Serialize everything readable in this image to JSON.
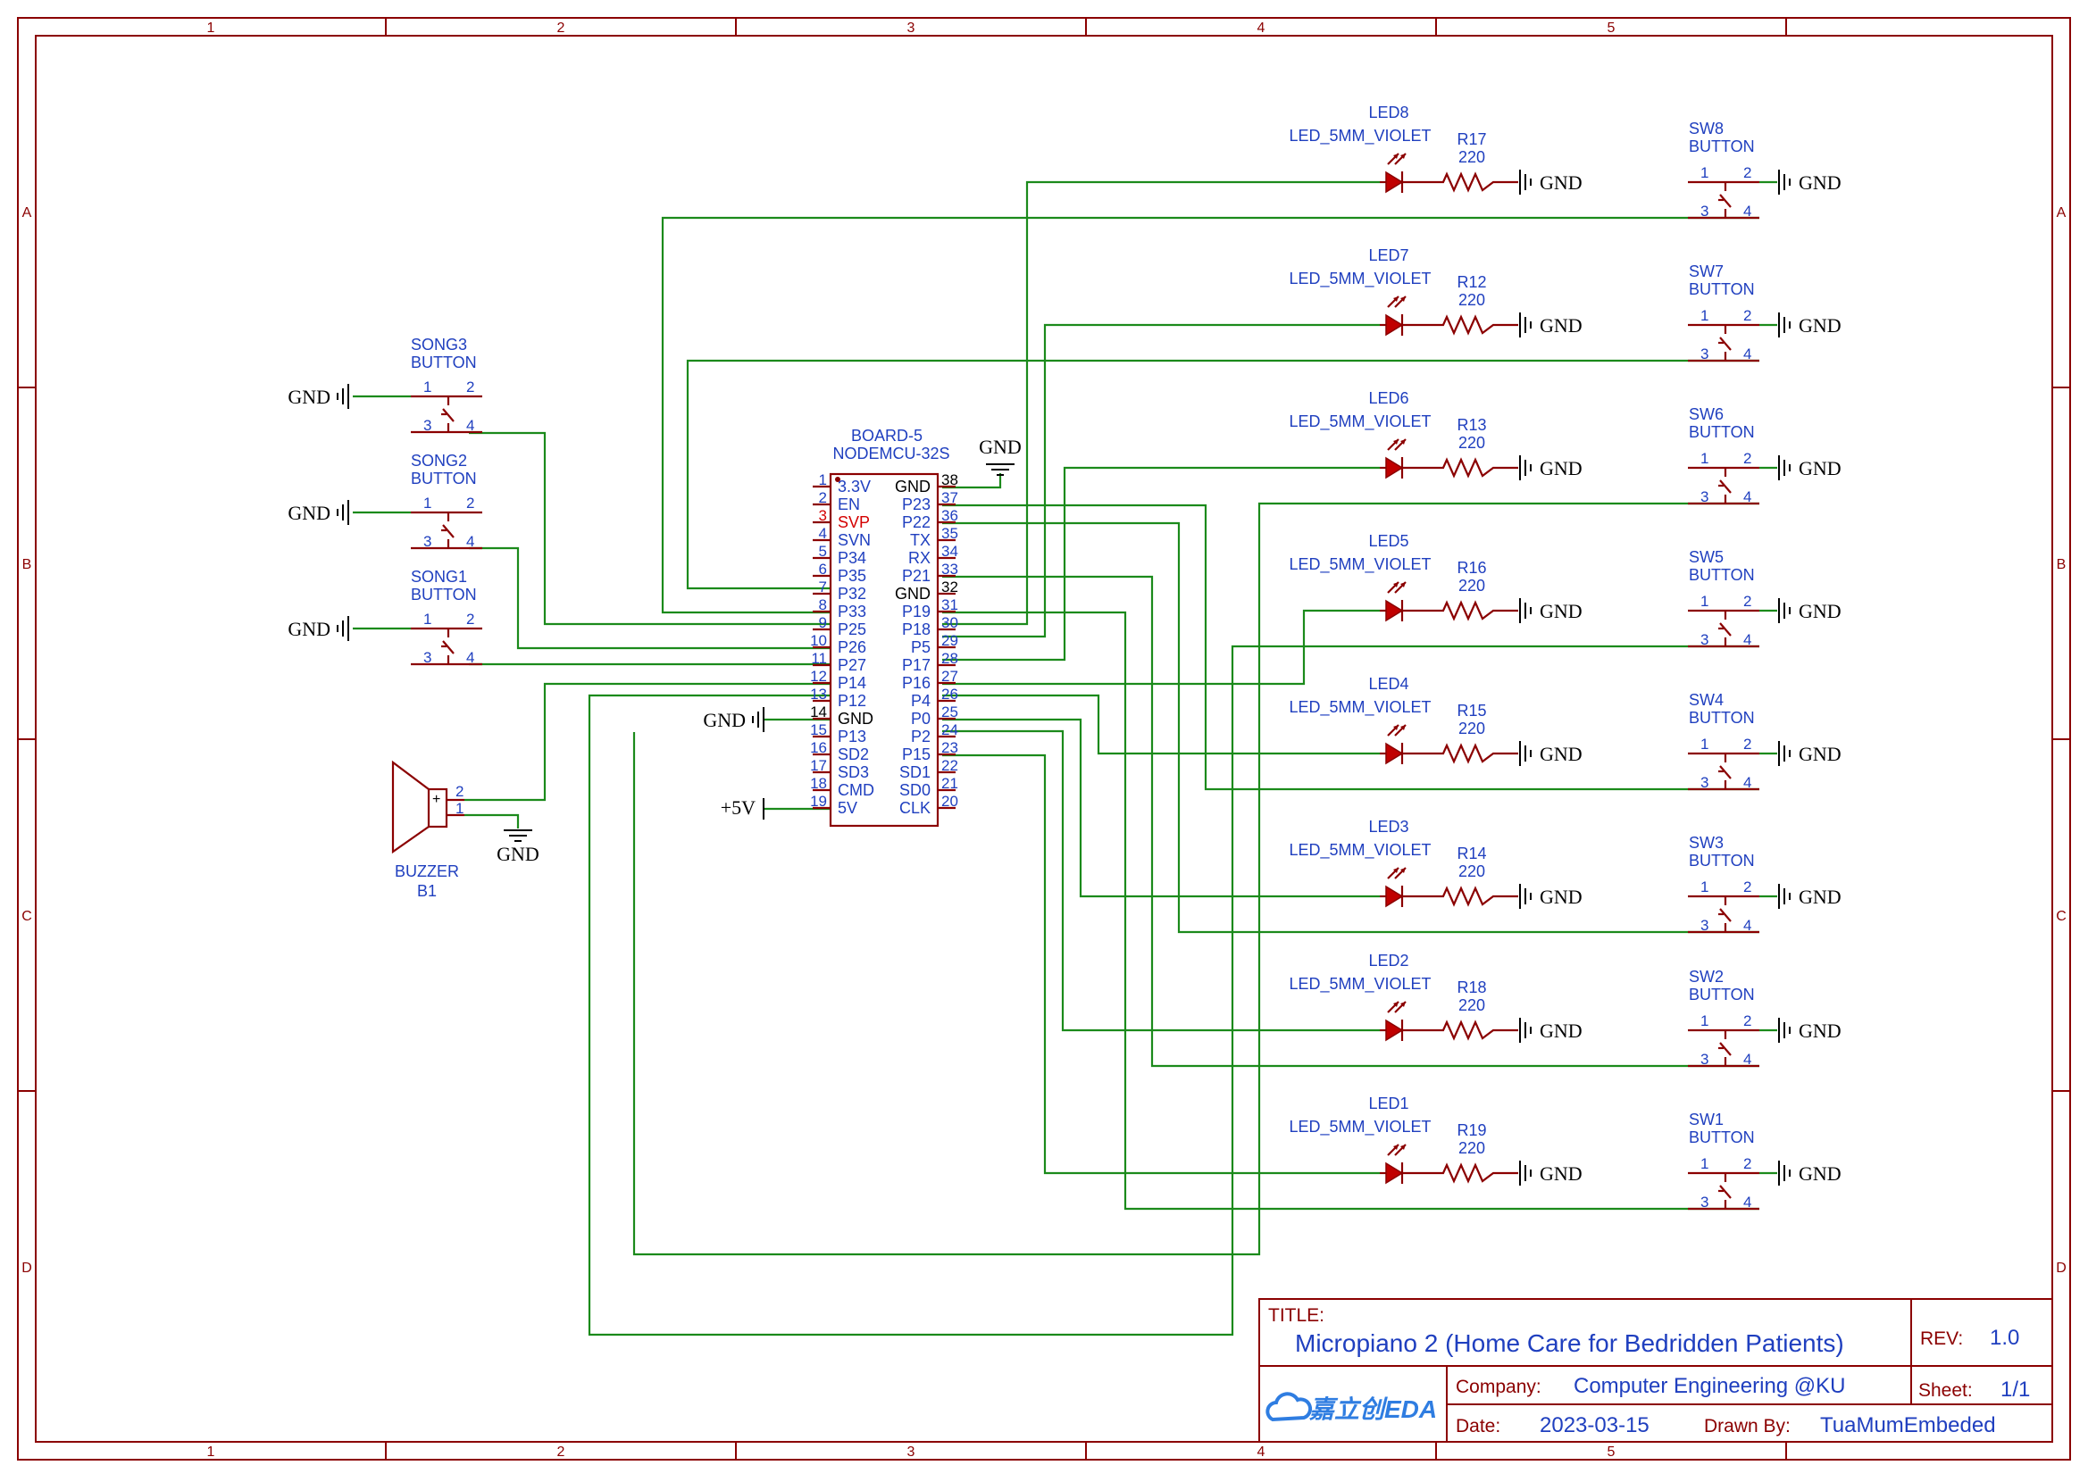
{
  "title_block": {
    "title_label": "TITLE:",
    "title": "Micropiano 2 (Home Care for Bedridden Patients)",
    "rev_label": "REV:",
    "rev": "1.0",
    "company_label": "Company:",
    "company": "Computer Engineering @KU",
    "sheet_label": "Sheet:",
    "sheet": "1/1",
    "date_label": "Date:",
    "date": "2023-03-15",
    "drawn_label": "Drawn By:",
    "drawn_by": "TuaMumEmbeded",
    "logo_text": "嘉立创EDA"
  },
  "frame": {
    "columns": [
      "1",
      "2",
      "3",
      "4",
      "5"
    ],
    "rows": [
      "A",
      "B",
      "C",
      "D"
    ]
  },
  "labels": {
    "gnd": "GND",
    "vcc": "+5V",
    "button": "BUTTON",
    "resistor_value": "220",
    "led_value": "LED_5MM_VIOLET"
  },
  "board": {
    "ref": "BOARD-5",
    "model": "NODEMCU-32S",
    "left_pins": [
      {
        "num": "1",
        "name": "3.3V"
      },
      {
        "num": "2",
        "name": "EN"
      },
      {
        "num": "3",
        "name": "SVP"
      },
      {
        "num": "4",
        "name": "SVN"
      },
      {
        "num": "5",
        "name": "P34"
      },
      {
        "num": "6",
        "name": "P35"
      },
      {
        "num": "7",
        "name": "P32"
      },
      {
        "num": "8",
        "name": "P33"
      },
      {
        "num": "9",
        "name": "P25"
      },
      {
        "num": "10",
        "name": "P26"
      },
      {
        "num": "11",
        "name": "P27"
      },
      {
        "num": "12",
        "name": "P14"
      },
      {
        "num": "13",
        "name": "P12"
      },
      {
        "num": "14",
        "name": "GND"
      },
      {
        "num": "15",
        "name": "P13"
      },
      {
        "num": "16",
        "name": "SD2"
      },
      {
        "num": "17",
        "name": "SD3"
      },
      {
        "num": "18",
        "name": "CMD"
      },
      {
        "num": "19",
        "name": "5V"
      }
    ],
    "right_pins": [
      {
        "num": "38",
        "name": "GND"
      },
      {
        "num": "37",
        "name": "P23"
      },
      {
        "num": "36",
        "name": "P22"
      },
      {
        "num": "35",
        "name": "TX"
      },
      {
        "num": "34",
        "name": "RX"
      },
      {
        "num": "33",
        "name": "P21"
      },
      {
        "num": "32",
        "name": "GND"
      },
      {
        "num": "31",
        "name": "P19"
      },
      {
        "num": "30",
        "name": "P18"
      },
      {
        "num": "29",
        "name": "P5"
      },
      {
        "num": "28",
        "name": "P17"
      },
      {
        "num": "27",
        "name": "P16"
      },
      {
        "num": "26",
        "name": "P4"
      },
      {
        "num": "25",
        "name": "P0"
      },
      {
        "num": "24",
        "name": "P2"
      },
      {
        "num": "23",
        "name": "P15"
      },
      {
        "num": "22",
        "name": "SD1"
      },
      {
        "num": "21",
        "name": "SD0"
      },
      {
        "num": "20",
        "name": "CLK"
      }
    ]
  },
  "song_buttons": [
    {
      "ref": "SONG3",
      "pins": [
        "1",
        "2",
        "3",
        "4"
      ]
    },
    {
      "ref": "SONG2",
      "pins": [
        "1",
        "2",
        "3",
        "4"
      ]
    },
    {
      "ref": "SONG1",
      "pins": [
        "1",
        "2",
        "3",
        "4"
      ]
    }
  ],
  "buzzer": {
    "name": "BUZZER",
    "ref": "B1",
    "pins": [
      "2",
      "1"
    ],
    "plus": "+"
  },
  "channels": [
    {
      "led": "LED8",
      "res": "R17",
      "sw": "SW8"
    },
    {
      "led": "LED7",
      "res": "R12",
      "sw": "SW7"
    },
    {
      "led": "LED6",
      "res": "R13",
      "sw": "SW6"
    },
    {
      "led": "LED5",
      "res": "R16",
      "sw": "SW5"
    },
    {
      "led": "LED4",
      "res": "R15",
      "sw": "SW4"
    },
    {
      "led": "LED3",
      "res": "R14",
      "sw": "SW3"
    },
    {
      "led": "LED2",
      "res": "R18",
      "sw": "SW2"
    },
    {
      "led": "LED1",
      "res": "R19",
      "sw": "SW1"
    }
  ],
  "switch_pins": [
    "1",
    "2",
    "3",
    "4"
  ]
}
